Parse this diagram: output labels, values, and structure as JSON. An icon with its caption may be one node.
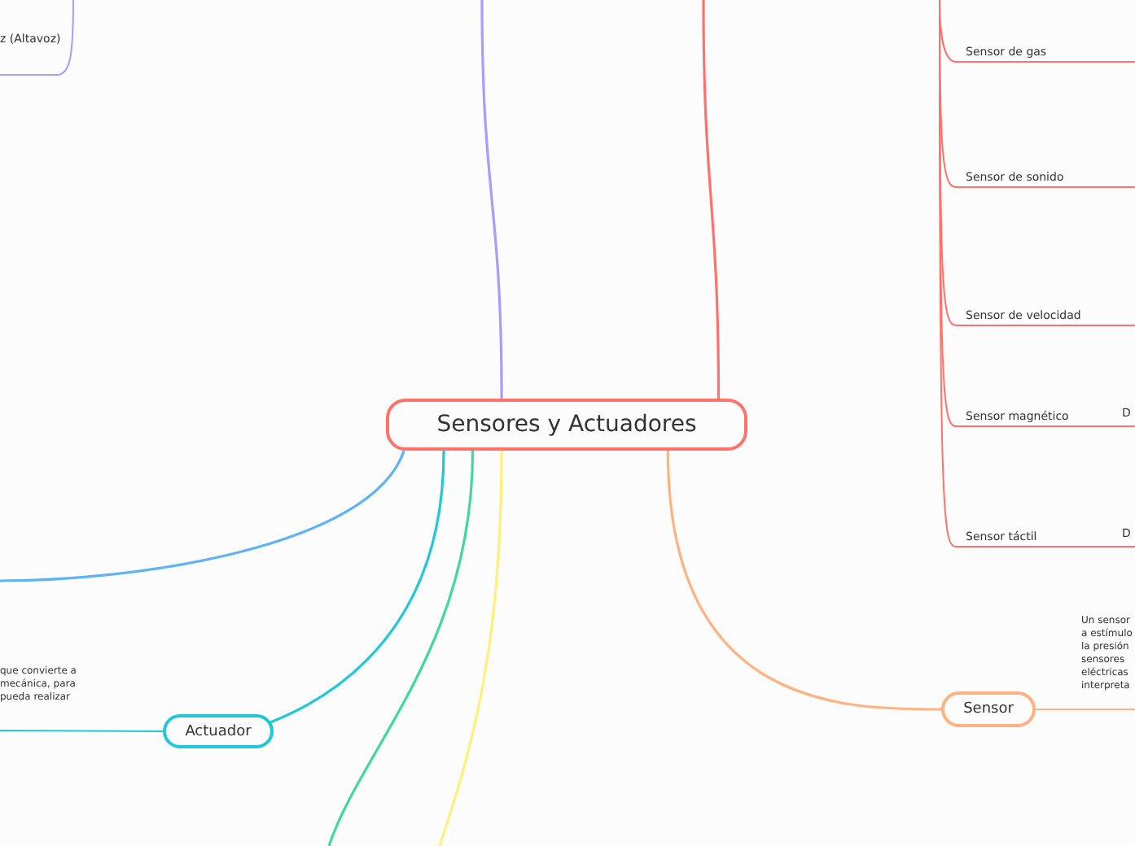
{
  "diagram": {
    "nodes": [
      {
        "text": [
          "Sensores y Actuadores"
        ]
      },
      {
        "text": [
          "Sensor"
        ]
      },
      {
        "text": [
          "Actuador"
        ]
      },
      {
        "text": [
          "Sensor de gas"
        ]
      },
      {
        "text": [
          "Sensor de sonido"
        ]
      },
      {
        "text": [
          "Sensor de velocidad"
        ]
      },
      {
        "text": [
          "Sensor magnético"
        ]
      },
      {
        "text": [
          "Sensor táctil"
        ]
      },
      {
        "text": [
          "z (Altavoz)"
        ]
      },
      {
        "text": [
          "que convierte a mecánica, para pueda realizar"
        ]
      },
      {
        "text": [
          "Un sensor a estímulo la presión sensores eléctricas interpreta"
        ]
      }
    ],
    "edges": [
      {
        "from": 0,
        "to": 1,
        "arrow": "none",
        "color": "#ffb27f"
      },
      {
        "from": 0,
        "to": 2,
        "arrow": "none",
        "color": "#1ec8d8"
      },
      {
        "from": 0,
        "to": null,
        "arrow": "none",
        "color": "#a99bff"
      },
      {
        "from": 0,
        "to": null,
        "arrow": "none",
        "color": "#ff726b"
      },
      {
        "from": 0,
        "to": null,
        "arrow": "none",
        "color": "#5db3f5"
      },
      {
        "from": 0,
        "to": null,
        "arrow": "none",
        "color": "#3fd8a0"
      },
      {
        "from": 0,
        "to": null,
        "arrow": "none",
        "color": "#fff07a"
      },
      {
        "from": null,
        "to": 3,
        "arrow": "none",
        "color": "#ff726b"
      },
      {
        "from": null,
        "to": 4,
        "arrow": "none",
        "color": "#ff726b"
      },
      {
        "from": null,
        "to": 5,
        "arrow": "none",
        "color": "#ff726b"
      },
      {
        "from": null,
        "to": 6,
        "arrow": "none",
        "color": "#ff726b"
      },
      {
        "from": null,
        "to": 7,
        "arrow": "none",
        "color": "#ff726b"
      },
      {
        "from": null,
        "to": 8,
        "arrow": "none",
        "color": "#a99bff"
      },
      {
        "from": 2,
        "to": 9,
        "arrow": "none",
        "color": "#1ec8d8"
      },
      {
        "from": 1,
        "to": 10,
        "arrow": "none",
        "color": "#ffb27f"
      }
    ],
    "labels": [
      "D",
      "D"
    ]
  }
}
